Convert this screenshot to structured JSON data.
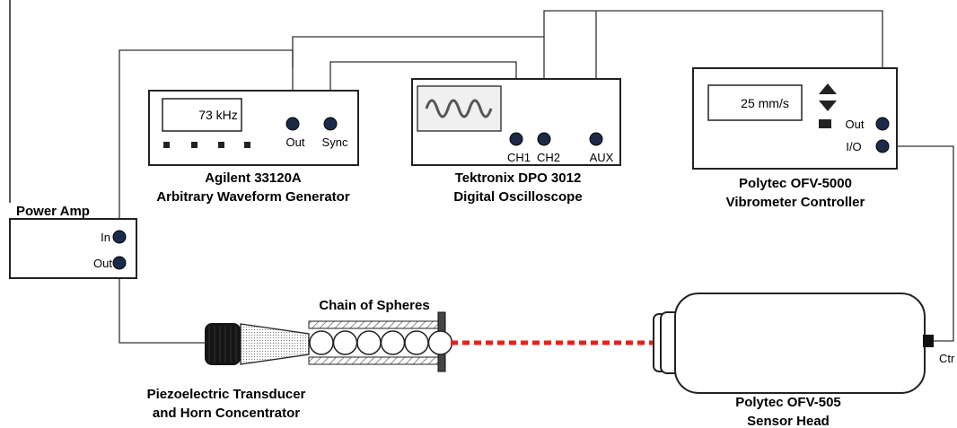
{
  "waveform_generator": {
    "readout": "73 kHz",
    "out_label": "Out",
    "sync_label": "Sync",
    "title_line1": "Agilent 33120A",
    "title_line2": "Arbitrary Waveform Generator"
  },
  "oscilloscope": {
    "ch1_label": "CH1",
    "ch2_label": "CH2",
    "aux_label": "AUX",
    "title_line1": "Tektronix DPO 3012",
    "title_line2": "Digital Oscilloscope"
  },
  "vibrometer_controller": {
    "readout": "25 mm/s",
    "out_label": "Out",
    "io_label": "I/O",
    "title_line1": "Polytec OFV-5000",
    "title_line2": "Vibrometer Controller"
  },
  "power_amp": {
    "title": "Power Amp",
    "in_label": "In",
    "out_label": "Out"
  },
  "chain": {
    "title": "Chain of Spheres",
    "sphere_count": 6
  },
  "transducer": {
    "title_line1": "Piezoelectric Transducer",
    "title_line2": "and Horn Concentrator"
  },
  "sensor_head": {
    "ctr_label": "Ctr",
    "title_line1": "Polytec OFV-505",
    "title_line2": "Sensor Head"
  },
  "colors": {
    "laser": "#e8201c",
    "line": "#333333",
    "connector": "#1c2a4a"
  }
}
